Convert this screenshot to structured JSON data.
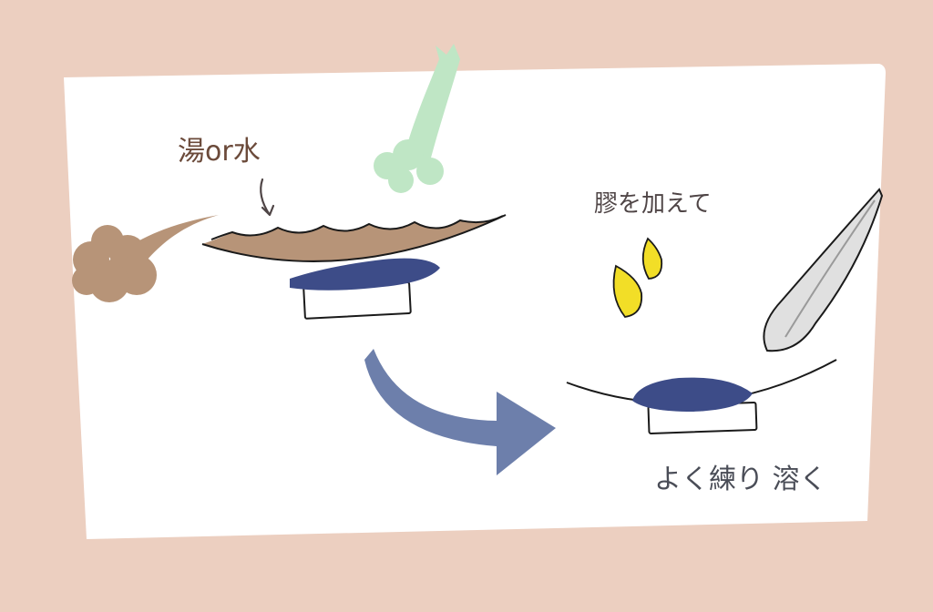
{
  "diagram": {
    "labels": {
      "water": "湯or水",
      "add_glue": "膠を加えて",
      "knead_dissolve": "よく練り 溶く"
    },
    "colors": {
      "background": "#eccfc0",
      "paper": "#ffffff",
      "pigment_brown": "#b79478",
      "steam_green": "#bfe6c5",
      "ink_indigo": "#3d4c88",
      "arrow_blue": "#6d7fab",
      "glue_yellow": "#f2de27",
      "spatula_gray": "#e0e0e0"
    },
    "icons": {
      "smoke": "smoke-icon",
      "steam": "steam-icon",
      "glue_drop": "glue-drop-icon",
      "spatula": "spatula-icon",
      "arrow": "curved-arrow-icon"
    }
  }
}
